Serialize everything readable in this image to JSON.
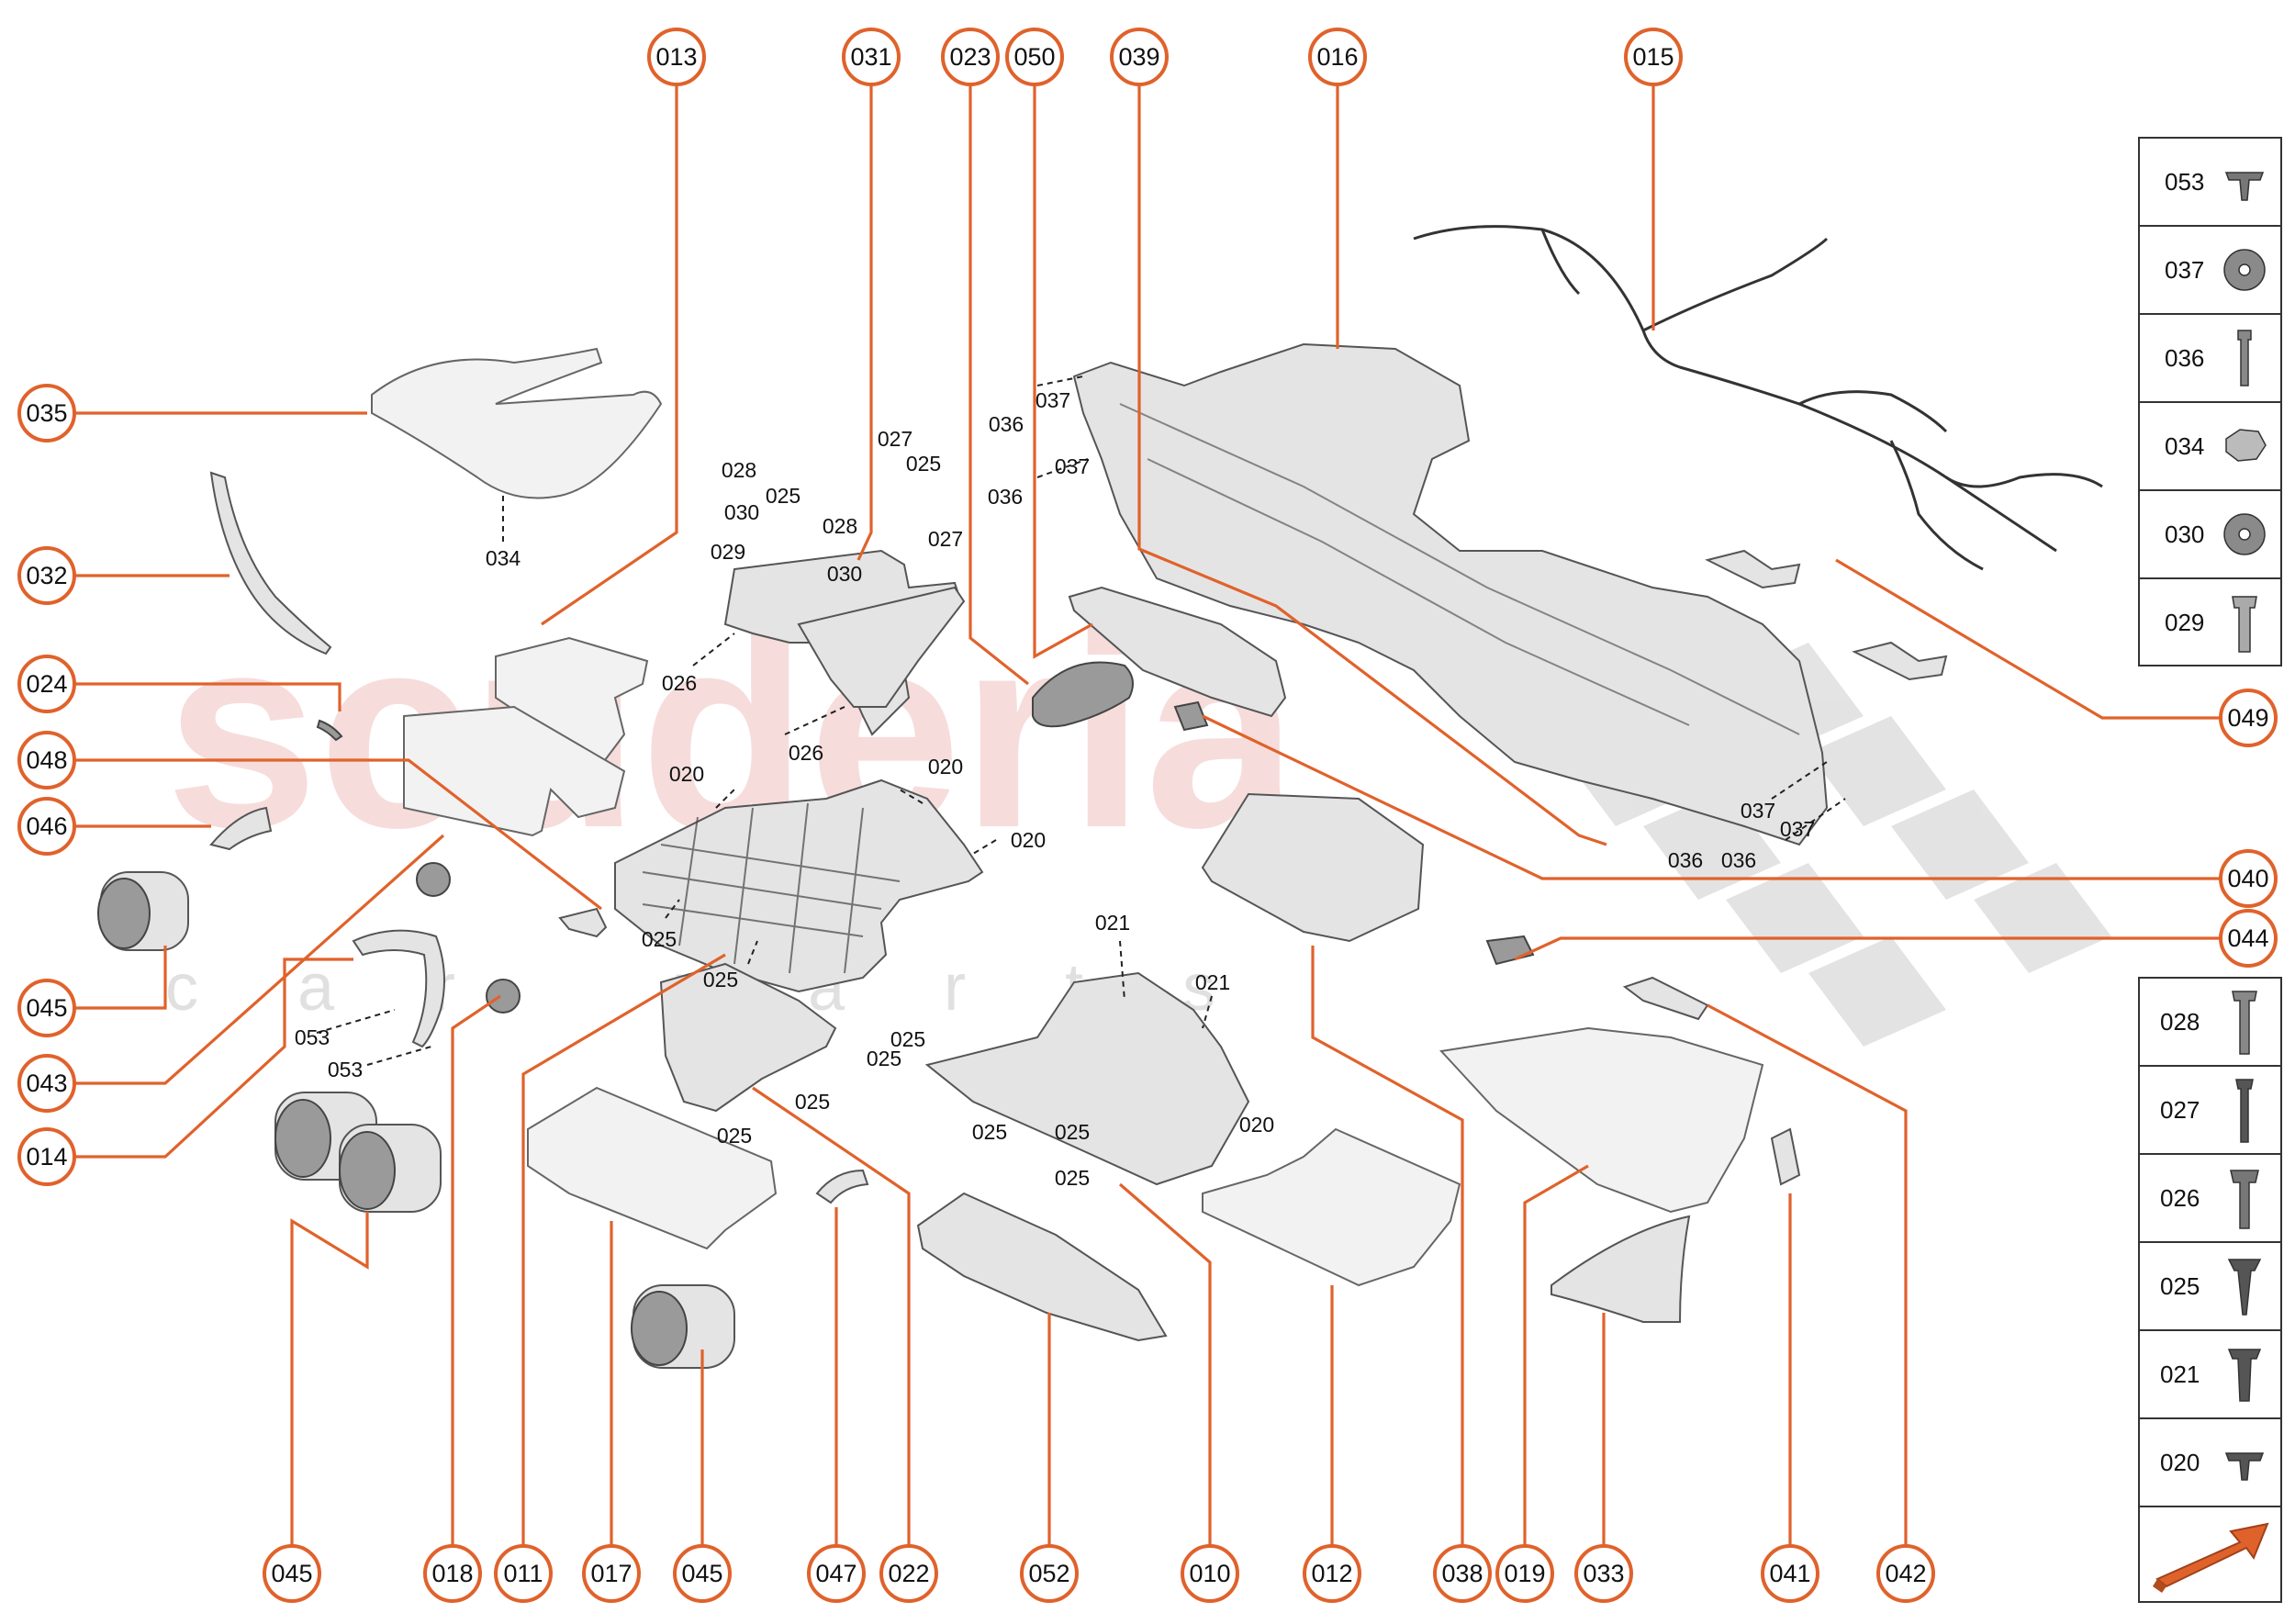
{
  "watermark": {
    "brand": "scuderia",
    "subline": "car parts"
  },
  "callouts": [
    {
      "label": "013"
    },
    {
      "label": "031"
    },
    {
      "label": "023"
    },
    {
      "label": "050"
    },
    {
      "label": "039"
    },
    {
      "label": "016"
    },
    {
      "label": "015"
    },
    {
      "label": "035"
    },
    {
      "label": "032"
    },
    {
      "label": "024"
    },
    {
      "label": "048"
    },
    {
      "label": "046"
    },
    {
      "label": "045"
    },
    {
      "label": "043"
    },
    {
      "label": "014"
    },
    {
      "label": "049"
    },
    {
      "label": "040"
    },
    {
      "label": "044"
    },
    {
      "label": "045"
    },
    {
      "label": "018"
    },
    {
      "label": "011"
    },
    {
      "label": "017"
    },
    {
      "label": "045"
    },
    {
      "label": "047"
    },
    {
      "label": "022"
    },
    {
      "label": "052"
    },
    {
      "label": "010"
    },
    {
      "label": "012"
    },
    {
      "label": "038"
    },
    {
      "label": "019"
    },
    {
      "label": "033"
    },
    {
      "label": "041"
    },
    {
      "label": "042"
    }
  ],
  "sub_labels": [
    "034",
    "028",
    "025",
    "030",
    "029",
    "028",
    "030",
    "027",
    "025",
    "027",
    "026",
    "026",
    "037",
    "036",
    "037",
    "036",
    "020",
    "020",
    "020",
    "025",
    "025",
    "025",
    "025",
    "025",
    "025",
    "025",
    "053",
    "053",
    "021",
    "021",
    "025",
    "020",
    "025",
    "037",
    "037",
    "036",
    "036"
  ],
  "fastener_panel_top": [
    "053",
    "037",
    "036",
    "034",
    "030",
    "029"
  ],
  "fastener_panel_bottom": [
    "028",
    "027",
    "026",
    "025",
    "021",
    "020"
  ],
  "colors": {
    "accent": "#e0622b",
    "watermark": "#f2c6c6"
  }
}
